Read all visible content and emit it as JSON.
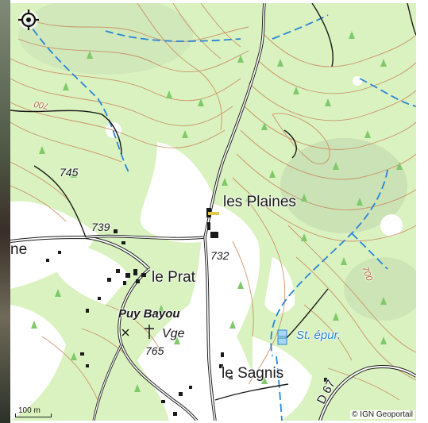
{
  "map": {
    "place_labels": {
      "les_plaines": "les Plaines",
      "le_prat": "le Prat",
      "le_sagnis": "le Sagnis",
      "puy_bayou": "Puy Bayou",
      "ne": "ne",
      "vge": "Vge",
      "st_epur": "St. épur.",
      "d67": "D 67"
    },
    "elevations": {
      "e745": "745",
      "e739": "739",
      "e732": "732",
      "e765": "765"
    },
    "contour_labels": {
      "c700a": "700",
      "c700b": "700"
    },
    "scale_label": "100 m",
    "attribution": "© IGN Geoportail",
    "colors": {
      "forest": "#d9f2bf",
      "clearing": "#ffffff",
      "contour": "#c9835a",
      "road": "#1a1a1a",
      "stream": "#2a86d6"
    },
    "icons": {
      "locate": "crosshair-locate-icon",
      "chapel": "cross-icon"
    }
  }
}
